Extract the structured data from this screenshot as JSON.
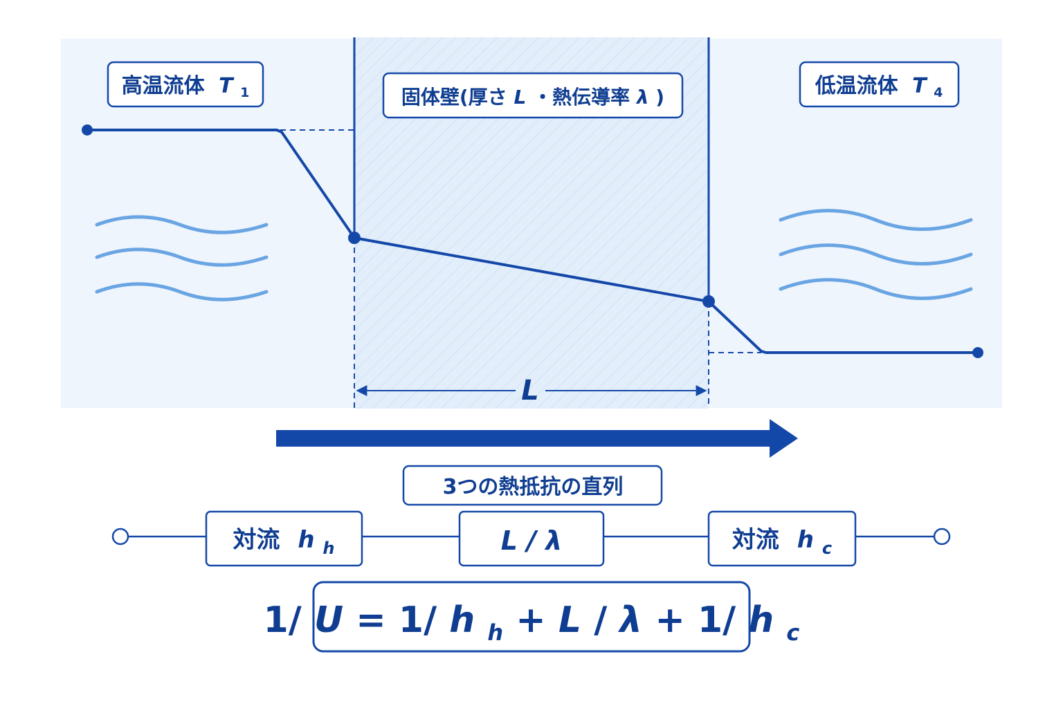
{
  "labels": {
    "hot_fluid": "高温流体",
    "hot_symbol": "T",
    "hot_sub": "1",
    "wall_name": "固体壁(厚さ",
    "wall_L": "L",
    "wall_mid": "・熱伝導率",
    "wall_lambda": "λ",
    "wall_close": ")",
    "cold_fluid": "低温流体",
    "cold_symbol": "T",
    "cold_sub": "4",
    "thickness": "L"
  },
  "series_label": "3つの熱抵抗の直列",
  "resistors": [
    {
      "prefix": "対流",
      "symbol": "h",
      "sub": "h"
    },
    {
      "prefix": "",
      "symbol": "L / λ",
      "sub": ""
    },
    {
      "prefix": "対流",
      "symbol": "h",
      "sub": "c"
    }
  ],
  "formula": {
    "a": "1/",
    "b": "U",
    "c": " = 1/",
    "d": "h",
    "e": "h",
    "f": " + ",
    "g": "L",
    "h": " / ",
    "i": "λ",
    "j": " + 1/",
    "k": "h",
    "l": "c"
  },
  "colors": {
    "primary": "#1448a8",
    "dark_text": "#0f3d91",
    "wave": "#6aa5e3",
    "panel_bg": "#eef5fd",
    "wall_bg": "#e3eefb"
  },
  "icons": {
    "fluid_waves": "wave-icon",
    "heat_flow": "right-arrow-icon",
    "terminal": "open-circle-icon"
  }
}
